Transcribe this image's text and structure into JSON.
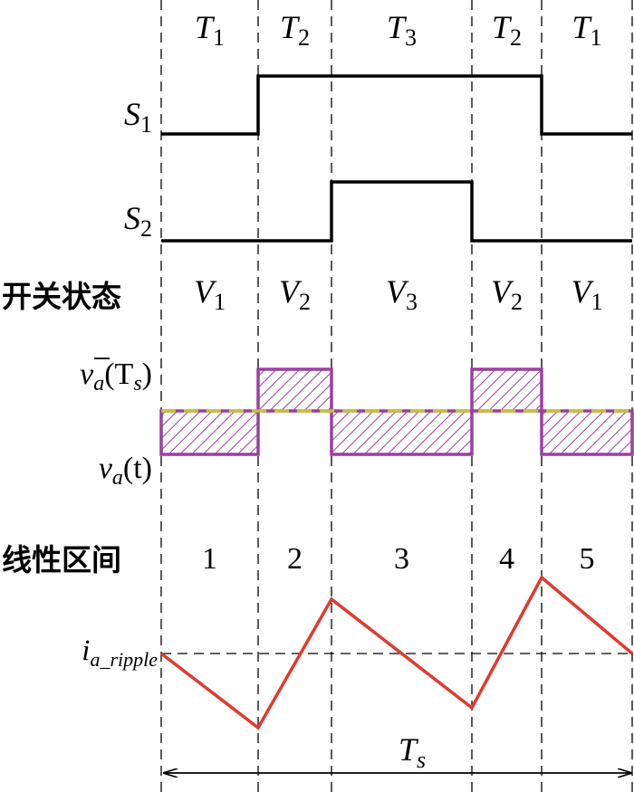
{
  "periods": [
    {
      "base": "T",
      "sub": "1"
    },
    {
      "base": "T",
      "sub": "2"
    },
    {
      "base": "T",
      "sub": "3"
    },
    {
      "base": "T",
      "sub": "2"
    },
    {
      "base": "T",
      "sub": "1"
    }
  ],
  "switch_signals": [
    {
      "base": "S",
      "sub": "1",
      "levels": [
        0,
        1,
        1,
        1,
        0
      ]
    },
    {
      "base": "S",
      "sub": "2",
      "levels": [
        0,
        0,
        1,
        0,
        0
      ]
    }
  ],
  "switch_state": {
    "label": "开关状态",
    "vectors": [
      {
        "base": "V",
        "sub": "1"
      },
      {
        "base": "V",
        "sub": "2"
      },
      {
        "base": "V",
        "sub": "3"
      },
      {
        "base": "V",
        "sub": "2"
      },
      {
        "base": "V",
        "sub": "1"
      }
    ]
  },
  "voltage": {
    "avg_label": {
      "base": "v",
      "sub": "a",
      "arg": "(T",
      "arg_sub": "s",
      "close": ")"
    },
    "inst_label": {
      "base": "v",
      "sub": "a",
      "arg": "(t)"
    },
    "levels": [
      "low",
      "high",
      "low",
      "high",
      "low"
    ],
    "colors": {
      "waveform": "#9b3fa0",
      "average": "#c8c23a"
    }
  },
  "linear_regions": {
    "label": "线性区间",
    "numbers": [
      "1",
      "2",
      "3",
      "4",
      "5"
    ]
  },
  "ripple": {
    "label": {
      "base": "i",
      "sub": "a_ripple"
    },
    "shape": [
      "zero",
      "min",
      "max",
      "min",
      "max",
      "zero"
    ],
    "color": "#e03a2f"
  },
  "period_label": {
    "base": "T",
    "sub": "s"
  }
}
